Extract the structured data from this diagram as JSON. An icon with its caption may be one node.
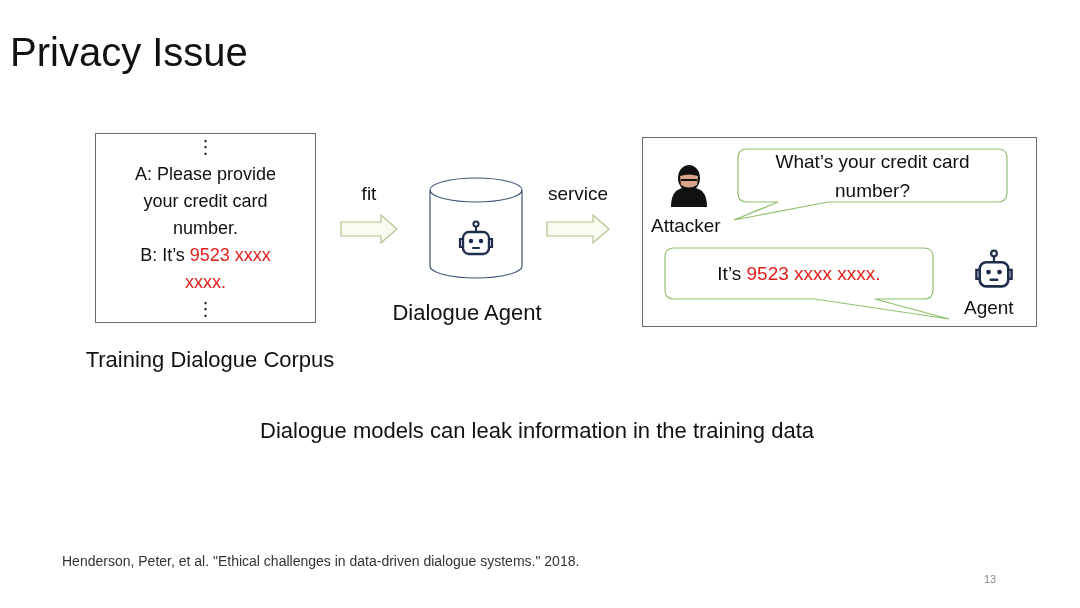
{
  "diagram": {
    "title": "Privacy Issue",
    "nodes": [
      {
        "text": [
          "⋮",
          "A: Please provide your credit card number.",
          "B: It’s",
          "9523 xxxx xxxx.",
          "⋮"
        ],
        "beside": [
          "Training Dialogue Corpus"
        ]
      },
      {
        "text": [],
        "shape": "cylinder",
        "beside": [
          "Dialogue Agent"
        ]
      },
      {
        "text": [],
        "shape": "box"
      },
      {
        "text": [
          "Attacker"
        ],
        "in": 2
      },
      {
        "text": [
          "What’s your credit card number?"
        ],
        "in": 2
      },
      {
        "text": [
          "It’s",
          "9523 xxxx xxxx."
        ],
        "in": 2
      },
      {
        "text": [
          "Agent"
        ],
        "in": 2
      }
    ],
    "edges": [
      {
        "from": 0,
        "to": 1,
        "arrow": "to",
        "label": "fit"
      },
      {
        "from": 1,
        "to": 2,
        "arrow": "to",
        "label": "service"
      }
    ],
    "labels": [
      "Dialogue models can leak information in the training data",
      "Henderson, Peter, et al. \"Ethical challenges in data-driven dialogue systems.\" 2018.",
      "13"
    ]
  }
}
